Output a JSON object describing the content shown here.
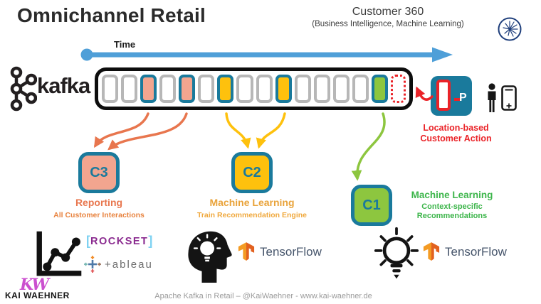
{
  "header": {
    "title": "Omnichannel Retail",
    "subtitle": "Customer 360",
    "subtitle_detail": "(Business Intelligence, Machine Learning)"
  },
  "timeline": {
    "label": "Time"
  },
  "kafka": {
    "wordmark": "kafka"
  },
  "topic": {
    "cells": [
      "empty",
      "empty",
      "c3",
      "empty",
      "c3",
      "empty",
      "c2",
      "empty",
      "empty",
      "c2",
      "empty",
      "empty",
      "empty",
      "empty",
      "c1",
      "incoming"
    ]
  },
  "producer": {
    "label": "P",
    "caption_line1": "Location-based",
    "caption_line2": "Customer Action"
  },
  "consumers": [
    {
      "label": "C3",
      "title": "Reporting",
      "subtitle": "All Customer Interactions"
    },
    {
      "label": "C2",
      "title": "Machine Learning",
      "subtitle": "Train Recommendation Engine"
    },
    {
      "label": "C1",
      "title": "Machine Learning",
      "subtitle_line1": "Context-specific",
      "subtitle_line2": "Recommendations"
    }
  ],
  "logos": {
    "rockset": {
      "bracket_left": "[",
      "name": "ROCKSET",
      "bracket_right": "]"
    },
    "tableau_wordmark": "+ableau",
    "tensorflow": "TensorFlow"
  },
  "footer": {
    "monogram": "KW",
    "brand": "KAI WAEHNER",
    "caption": "Apache Kafka in Retail – @KaiWaehner - www.kai-waehner.de"
  },
  "colors": {
    "teal": "#1a7a9c",
    "salmon": "#f2a58f",
    "orange": "#e8764e",
    "yellow": "#fec10d",
    "amber": "#e9a33a",
    "green": "#8dc63f",
    "green_text": "#3cb54a",
    "red": "#ea2328",
    "blue": "#4f9fd8",
    "rockset_purple": "#8a2a8f",
    "tensorflow_orange": "#ee8121"
  }
}
